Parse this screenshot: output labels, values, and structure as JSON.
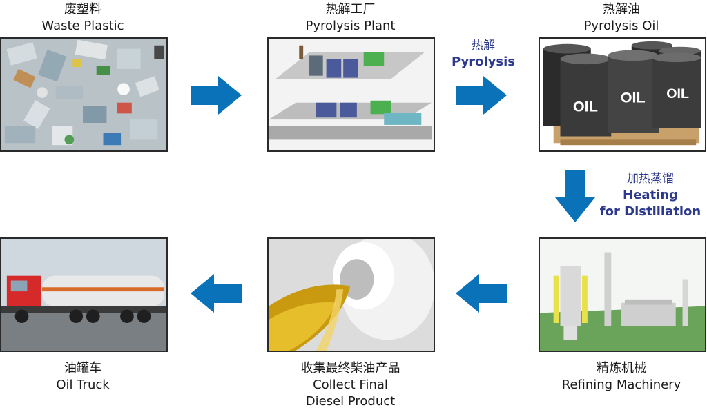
{
  "nodes": {
    "waste_plastic": {
      "zh": "废塑料",
      "en": "Waste Plastic"
    },
    "pyrolysis_plant": {
      "zh": "热解工厂",
      "en": "Pyrolysis Plant"
    },
    "pyrolysis_oil": {
      "zh": "热解油",
      "en": "Pyrolysis Oil"
    },
    "refining_machinery": {
      "zh": "精炼机械",
      "en": "Refining Machinery"
    },
    "final_product": {
      "zh": "收集最终柴油产品",
      "en_line1": "Collect Final",
      "en_line2": "Diesel Product"
    },
    "oil_truck": {
      "zh": "油罐车",
      "en": "Oil Truck"
    }
  },
  "steps": {
    "pyrolysis": {
      "zh": "热解",
      "en": "Pyrolysis"
    },
    "distillation": {
      "zh": "加热蒸馏",
      "en_line1": "Heating",
      "en_line2": "for Distillation"
    }
  },
  "barrel_text": "OIL",
  "colors": {
    "arrow": "#0a72b8",
    "step_text": "#2d3a8c"
  }
}
